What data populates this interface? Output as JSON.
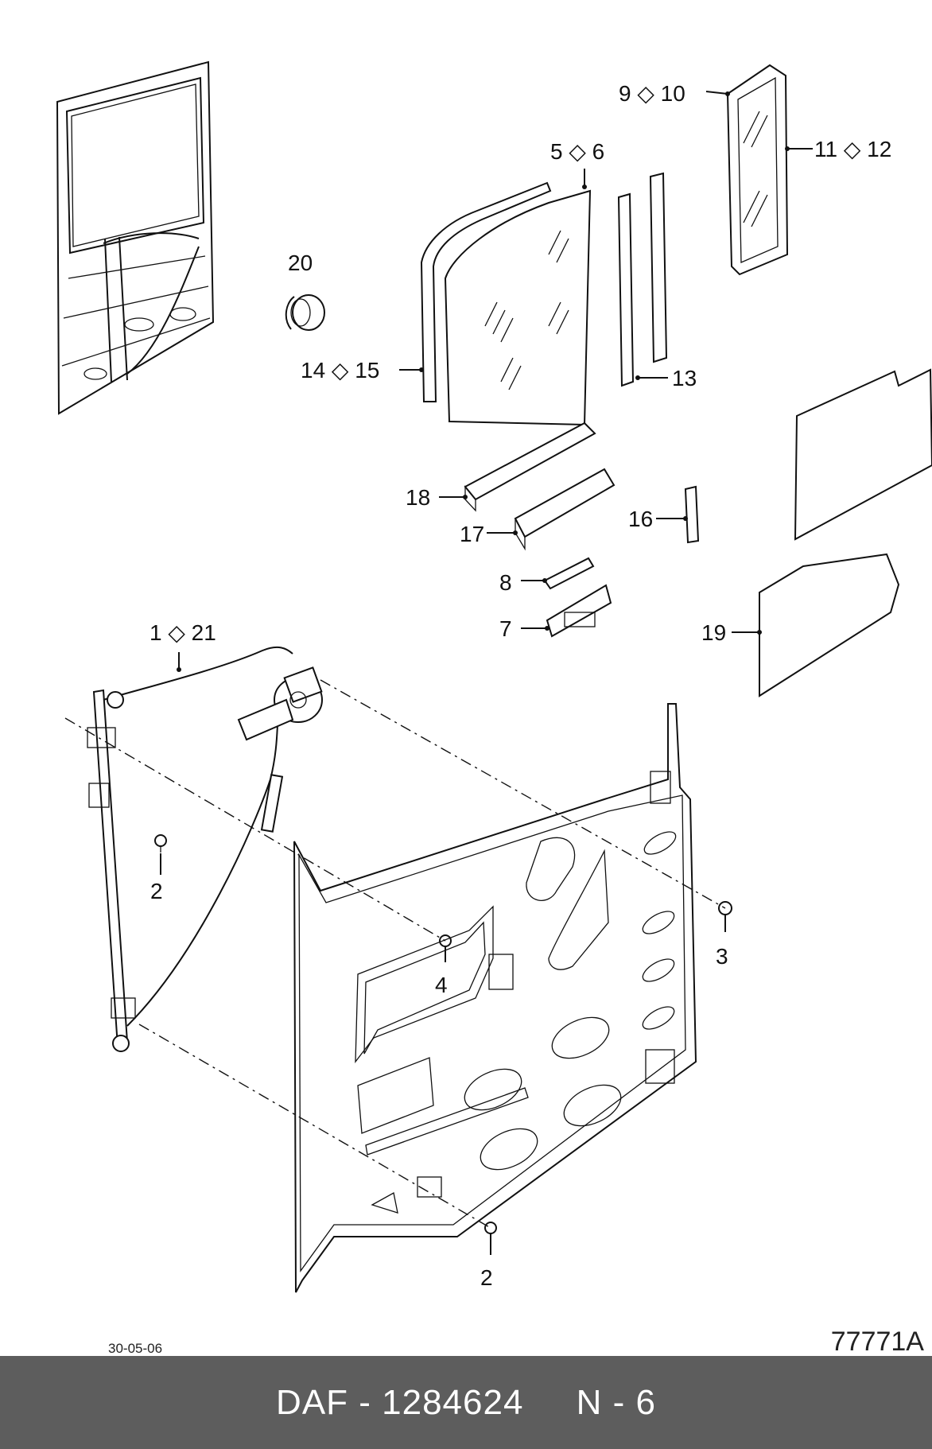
{
  "callouts": {
    "c1": "1 ◇ 21",
    "c2a": "2",
    "c2b": "2",
    "c3": "3",
    "c4": "4",
    "c5": "5 ◇ 6",
    "c7": "7",
    "c8": "8",
    "c9": "9 ◇ 10",
    "c11": "11 ◇ 12",
    "c13": "13",
    "c14": "14 ◇ 15",
    "c16": "16",
    "c17": "17",
    "c18": "18",
    "c19": "19",
    "c20": "20"
  },
  "date": "30-05-06",
  "drawing_ref": "77771A",
  "footer": {
    "part": "DAF - 1284624",
    "page": "N - 6"
  }
}
